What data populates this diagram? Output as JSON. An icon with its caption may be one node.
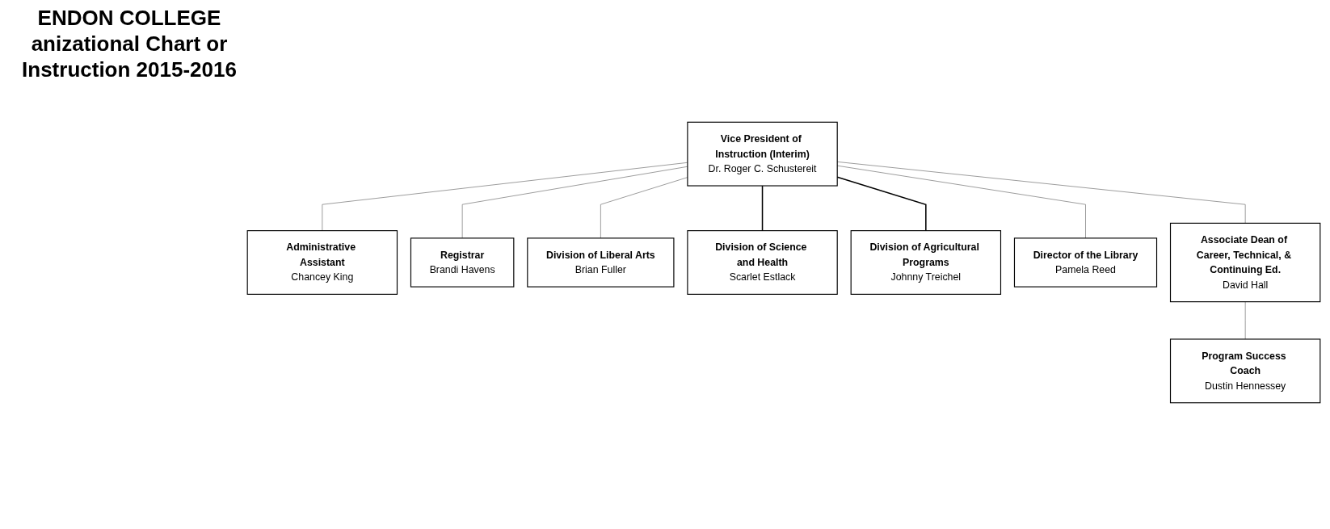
{
  "diagram": {
    "title": "ENDON COLLEGE anizational Chart or Instruction 2015-2016",
    "nodes": [
      {
        "text": [
          "Vice President of Instruction (Interim)",
          "Dr. Roger C. Schustereit"
        ]
      },
      {
        "text": [
          "Administrative Assistant",
          "Chancey King"
        ]
      },
      {
        "text": [
          "Registrar",
          "Brandi Havens"
        ]
      },
      {
        "text": [
          "Division of Liberal Arts",
          "Brian Fuller"
        ]
      },
      {
        "text": [
          "Division of Science and Health",
          "Scarlet Estlack"
        ]
      },
      {
        "text": [
          "Division of Agricultural Programs",
          "Johnny Treichel"
        ]
      },
      {
        "text": [
          "Director of the Library",
          "Pamela Reed"
        ]
      },
      {
        "text": [
          "Associate Dean of Career, Technical, & Continuing Ed.",
          "David Hall"
        ]
      },
      {
        "text": [
          "Program Success Coach",
          "Dustin Hennessey"
        ]
      }
    ],
    "edges": [
      {
        "from": 0,
        "to": 1,
        "arrow": "none"
      },
      {
        "from": 0,
        "to": 2,
        "arrow": "none"
      },
      {
        "from": 0,
        "to": 3,
        "arrow": "none"
      },
      {
        "from": 0,
        "to": 4,
        "arrow": "none",
        "color": "#000000"
      },
      {
        "from": 0,
        "to": 5,
        "arrow": "none",
        "color": "#000000"
      },
      {
        "from": 0,
        "to": 6,
        "arrow": "none"
      },
      {
        "from": 0,
        "to": 7,
        "arrow": "none"
      },
      {
        "from": 7,
        "to": 8,
        "arrow": "none"
      }
    ]
  }
}
